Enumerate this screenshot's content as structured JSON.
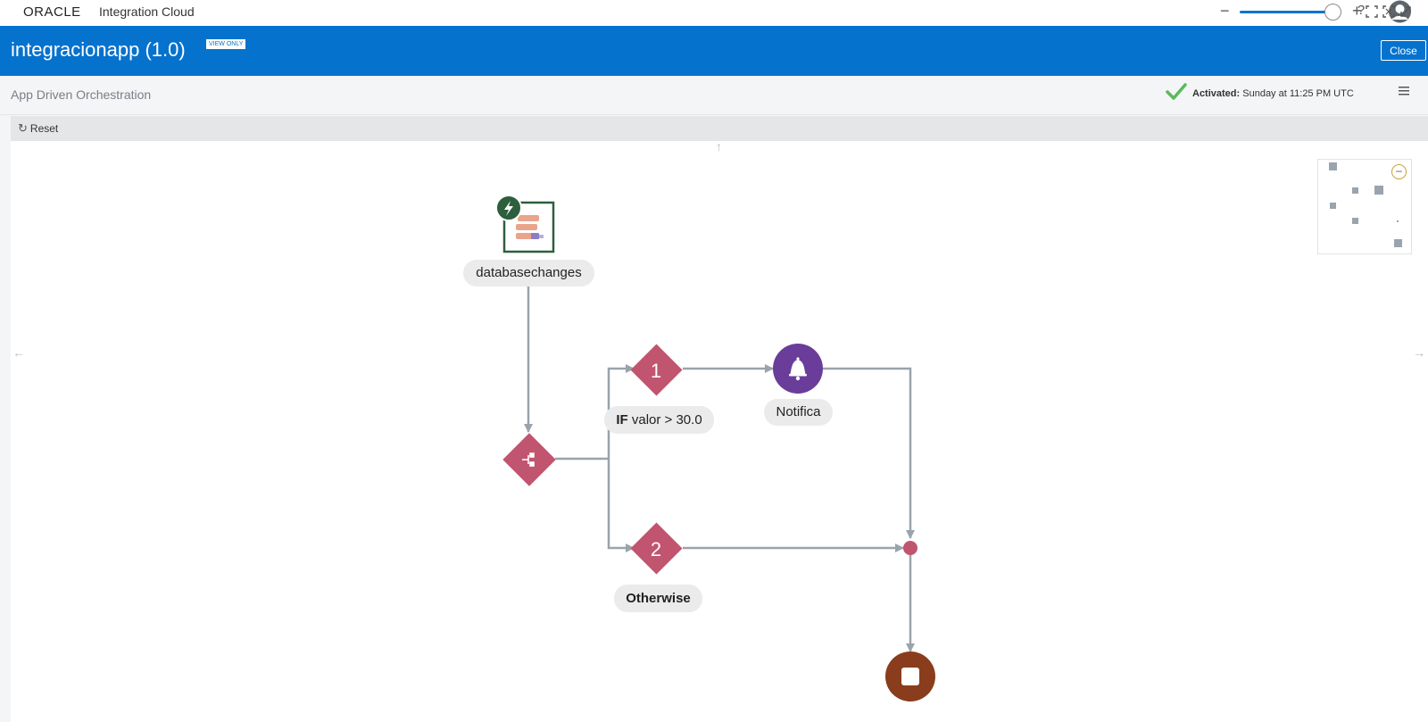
{
  "brand": {
    "logo": "ORACLE",
    "product": "Integration Cloud",
    "help": "?"
  },
  "titlebar": {
    "title": "integracionapp (1.0)",
    "badge": "VIEW ONLY",
    "close_label": "Close"
  },
  "header": {
    "subtitle": "App Driven Orchestration",
    "status_label": "Activated:",
    "status_value": "Sunday at 11:25 PM UTC"
  },
  "toolbar": {
    "reset_label": "Reset",
    "zoom_minus": "−",
    "zoom_plus": "+",
    "zoom_level": 0.95
  },
  "canvas": {
    "nav_up": "↑",
    "nav_left": "←",
    "nav_right": "→",
    "nodes": {
      "trigger": {
        "label": "databasechanges",
        "icon": "database-adapter-icon",
        "badge_icon": "lightning-icon"
      },
      "switch": {
        "icon": "switch-icon"
      },
      "branch1": {
        "number": "1",
        "label_kw": "IF",
        "label_rest": " valor > 30.0"
      },
      "notify": {
        "label": "Notifica",
        "icon": "bell-icon"
      },
      "branch2": {
        "number": "2",
        "label": "Otherwise"
      },
      "end": {
        "icon": "stop-icon"
      }
    }
  },
  "colors": {
    "brand_blue": "#0572ce",
    "diamond": "#c1546f",
    "notify_purple": "#6a3d9a",
    "stop_brown": "#8a3d1c",
    "trigger_green": "#2d5f3c",
    "connector": "#9aa3ab",
    "check_green": "#5cb85c"
  }
}
